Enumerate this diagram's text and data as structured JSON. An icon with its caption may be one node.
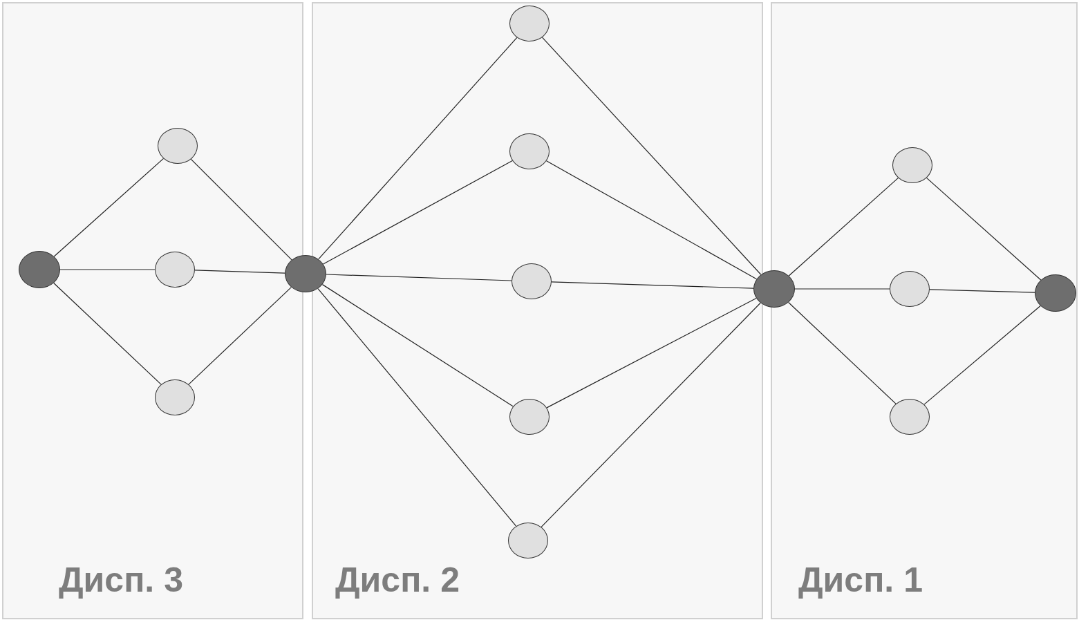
{
  "diagram": {
    "nodes": [
      {
        "text": [
          "Дисп. 3"
        ]
      },
      {
        "text": [
          "Дисп. 2"
        ]
      },
      {
        "text": [
          "Дисп. 1"
        ]
      },
      {
        "text": [],
        "shape": "circle",
        "in": 0
      },
      {
        "text": [],
        "shape": "circle",
        "in": 0
      },
      {
        "text": [],
        "shape": "circle",
        "in": 0
      },
      {
        "text": [],
        "shape": "circle",
        "in": 0
      },
      {
        "text": [],
        "shape": "circle"
      },
      {
        "text": [],
        "shape": "circle",
        "in": 1
      },
      {
        "text": [],
        "shape": "circle",
        "in": 1
      },
      {
        "text": [],
        "shape": "circle",
        "in": 1
      },
      {
        "text": [],
        "shape": "circle",
        "in": 1
      },
      {
        "text": [],
        "shape": "circle",
        "in": 1
      },
      {
        "text": [],
        "shape": "circle"
      },
      {
        "text": [],
        "shape": "circle",
        "in": 2
      },
      {
        "text": [],
        "shape": "circle",
        "in": 2
      },
      {
        "text": [],
        "shape": "circle",
        "in": 2
      },
      {
        "text": [],
        "shape": "circle",
        "in": 2
      }
    ],
    "edges": [
      {
        "from": 3,
        "to": 4,
        "arrow": "none"
      },
      {
        "from": 3,
        "to": 5,
        "arrow": "none"
      },
      {
        "from": 3,
        "to": 6,
        "arrow": "none"
      },
      {
        "from": 4,
        "to": 7,
        "arrow": "none"
      },
      {
        "from": 5,
        "to": 7,
        "arrow": "none"
      },
      {
        "from": 6,
        "to": 7,
        "arrow": "none"
      },
      {
        "from": 7,
        "to": 8,
        "arrow": "none"
      },
      {
        "from": 7,
        "to": 9,
        "arrow": "none"
      },
      {
        "from": 7,
        "to": 10,
        "arrow": "none"
      },
      {
        "from": 7,
        "to": 11,
        "arrow": "none"
      },
      {
        "from": 7,
        "to": 12,
        "arrow": "none"
      },
      {
        "from": 8,
        "to": 13,
        "arrow": "none"
      },
      {
        "from": 9,
        "to": 13,
        "arrow": "none"
      },
      {
        "from": 10,
        "to": 13,
        "arrow": "none"
      },
      {
        "from": 11,
        "to": 13,
        "arrow": "none"
      },
      {
        "from": 12,
        "to": 13,
        "arrow": "none"
      },
      {
        "from": 13,
        "to": 14,
        "arrow": "none"
      },
      {
        "from": 13,
        "to": 15,
        "arrow": "none"
      },
      {
        "from": 13,
        "to": 16,
        "arrow": "none"
      },
      {
        "from": 14,
        "to": 17,
        "arrow": "none"
      },
      {
        "from": 15,
        "to": 17,
        "arrow": "none"
      },
      {
        "from": 16,
        "to": 17,
        "arrow": "none"
      }
    ]
  }
}
